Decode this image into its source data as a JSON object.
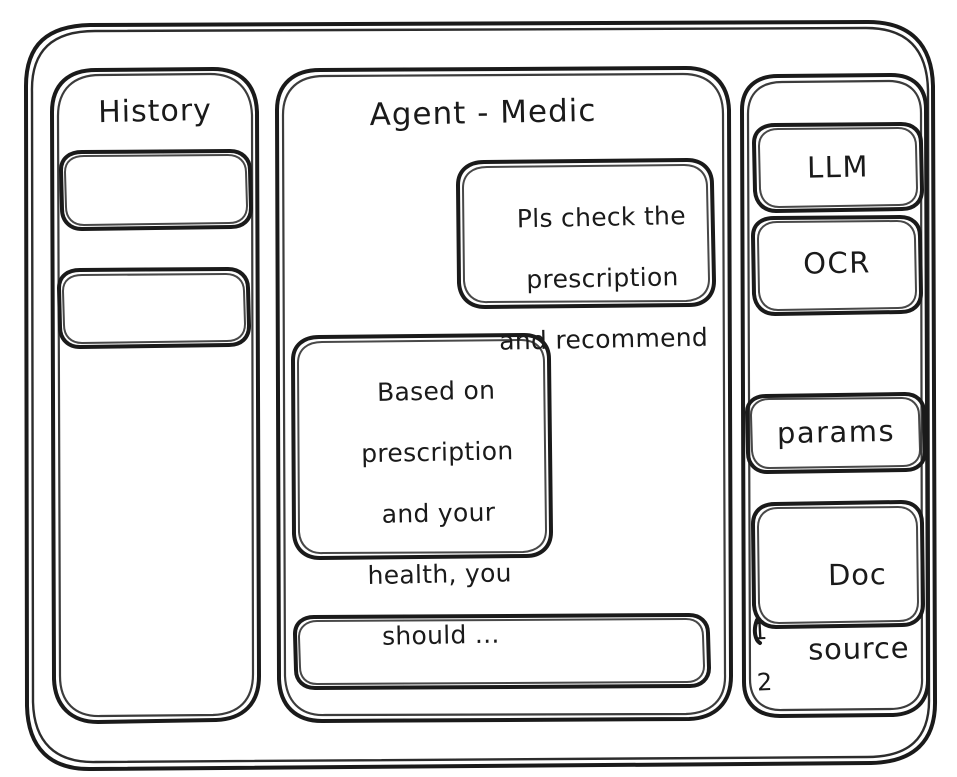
{
  "app": {
    "frame_name": "app-window"
  },
  "sidebar_left": {
    "title": "History",
    "items": [
      {
        "label": ""
      },
      {
        "label": ""
      }
    ]
  },
  "main": {
    "title": "Agent - Medic",
    "messages": [
      {
        "role": "user",
        "align": "right",
        "lines": [
          "Pls check the",
          "prescription",
          "and recommend"
        ],
        "text": "Pls check the prescription and recommend"
      },
      {
        "role": "agent",
        "align": "left",
        "lines": [
          "Based on",
          "prescription",
          "and your",
          "health, you",
          "should ..."
        ],
        "text": "Based on prescription and your health, you should ..."
      }
    ],
    "composer": {
      "value": "",
      "placeholder": ""
    }
  },
  "sidebar_right": {
    "tools": [
      {
        "label": "LLM",
        "name": "llm"
      },
      {
        "label": "OCR",
        "name": "ocr"
      },
      {
        "label": "params",
        "name": "params"
      }
    ],
    "doc_source": {
      "lines": [
        "Doc",
        "source"
      ],
      "label": "Doc source",
      "entries": [
        {
          "label": "1"
        },
        {
          "label": "2"
        }
      ]
    }
  },
  "style": {
    "stroke": "#1a1a1a",
    "background": "#ffffff"
  }
}
